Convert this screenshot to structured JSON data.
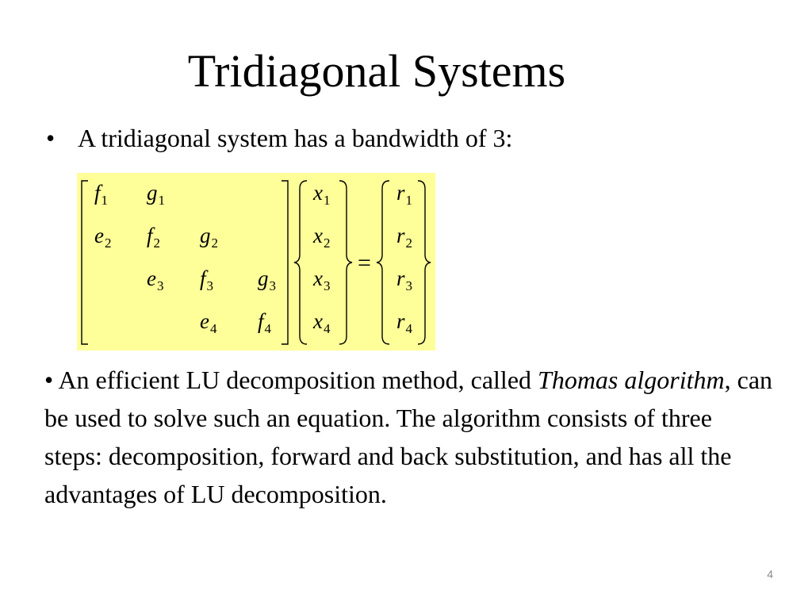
{
  "slide": {
    "title": "Tridiagonal Systems",
    "page_number": "4"
  },
  "bullet1": {
    "marker": "•",
    "text": "A tridiagonal system has a bandwidth of 3:"
  },
  "equation": {
    "highlight_color": "#ffff99",
    "matrix": [
      [
        {
          "v": "f",
          "s": "1"
        },
        {
          "v": "g",
          "s": "1"
        },
        null,
        null
      ],
      [
        {
          "v": "e",
          "s": "2"
        },
        {
          "v": "f",
          "s": "2"
        },
        {
          "v": "g",
          "s": "2"
        },
        null
      ],
      [
        null,
        {
          "v": "e",
          "s": "3"
        },
        {
          "v": "f",
          "s": "3"
        },
        {
          "v": "g",
          "s": "3"
        }
      ],
      [
        null,
        null,
        {
          "v": "e",
          "s": "4"
        },
        {
          "v": "f",
          "s": "4"
        }
      ]
    ],
    "x_vector": [
      {
        "v": "x",
        "s": "1"
      },
      {
        "v": "x",
        "s": "2"
      },
      {
        "v": "x",
        "s": "3"
      },
      {
        "v": "x",
        "s": "4"
      }
    ],
    "equals": "=",
    "r_vector": [
      {
        "v": "r",
        "s": "1"
      },
      {
        "v": "r",
        "s": "2"
      },
      {
        "v": "r",
        "s": "3"
      },
      {
        "v": "r",
        "s": "4"
      }
    ]
  },
  "paragraph": {
    "lead": "• An efficient LU decomposition method, called ",
    "emphasis": "Thomas algorithm",
    "rest": ", can be used to solve such an equation. The algorithm consists of three steps: decomposition, forward and back substitution, and has all the advantages of LU decomposition."
  }
}
